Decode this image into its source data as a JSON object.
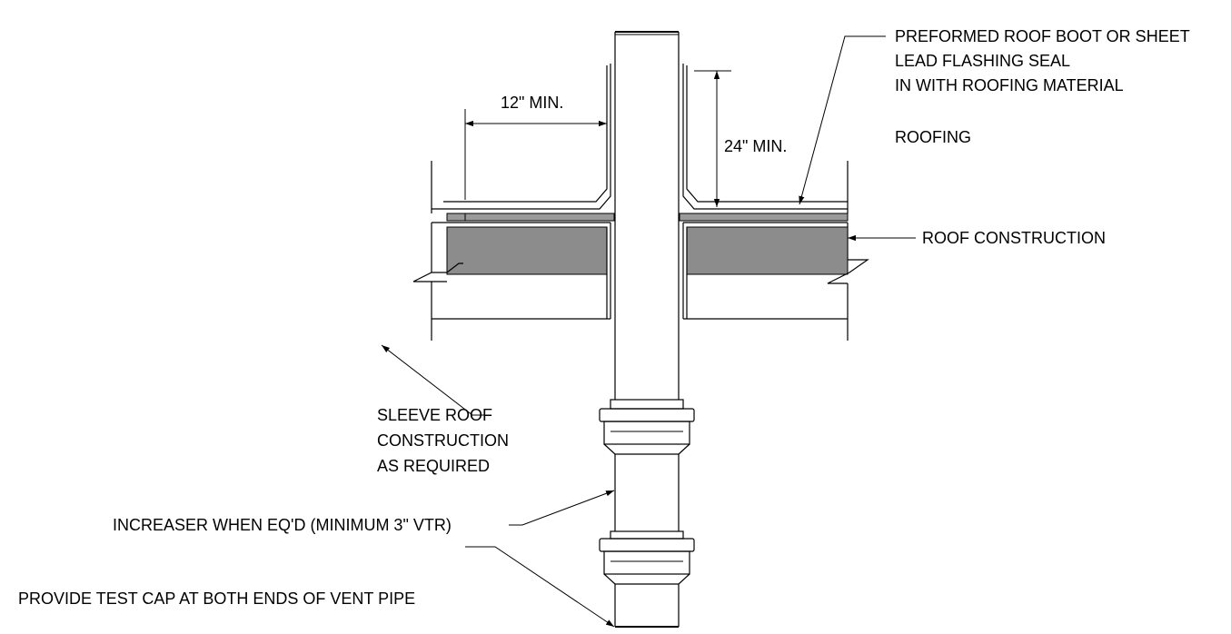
{
  "dimensions": {
    "horizontal": "12\" MIN.",
    "vertical": "24\" MIN."
  },
  "labels": {
    "preformed_line1": "PREFORMED ROOF BOOT OR SHEET",
    "preformed_line2": "LEAD FLASHING SEAL",
    "preformed_line3": "IN WITH ROOFING MATERIAL",
    "roofing": "ROOFING",
    "roof_construction": "ROOF CONSTRUCTION",
    "sleeve_line1": "SLEEVE ROOF",
    "sleeve_line2": "CONSTRUCTION",
    "sleeve_line3": "AS REQUIRED",
    "increaser": "INCREASER WHEN  EQ'D (MINIMUM 3\" VTR)",
    "test_cap": "PROVIDE TEST CAP AT BOTH ENDS OF VENT PIPE"
  },
  "colors": {
    "roof_fill": "#8c8c8c",
    "flashing_fill": "#9a9a9a",
    "line": "#000000"
  }
}
